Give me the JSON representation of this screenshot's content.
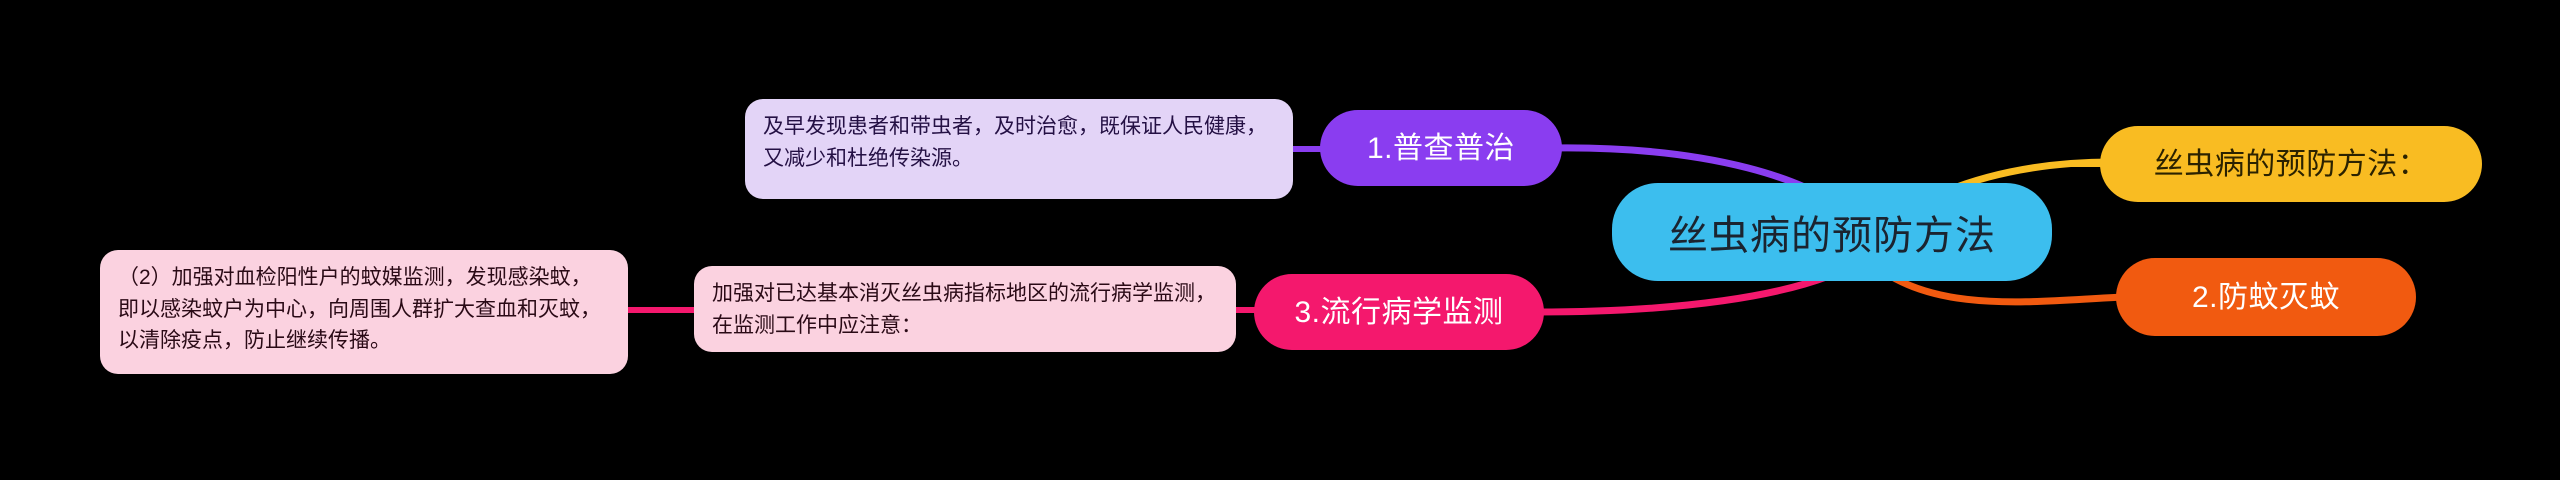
{
  "mindmap": {
    "central": {
      "label": "丝虫病的预防方法",
      "color": "#3cbeee"
    },
    "branches": [
      {
        "id": "census",
        "label": "1.普查普治",
        "color": "#8a3df0",
        "note": "及早发现患者和带虫者，及时治愈，既保证人民健康，又减少和杜绝传染源。"
      },
      {
        "id": "methods",
        "label": "丝虫病的预防方法：",
        "color": "#f9bc22"
      },
      {
        "id": "mosquito",
        "label": "2.防蚊灭蚊",
        "color": "#f15a10"
      },
      {
        "id": "epidemiology",
        "label": "3.流行病学监测",
        "color": "#f4186d",
        "note": "加强对已达基本消灭丝虫病指标地区的流行病学监测，在监测工作中应注意：",
        "detail": "（2）加强对血检阳性户的蚊媒监测，发现感染蚊，即以感染蚊户为中心，向周围人群扩大查血和灭蚊，以清除疫点，防止继续传播。"
      }
    ],
    "connectors": [
      {
        "name": "connector-census-to-central",
        "color": "#8a3df0"
      },
      {
        "name": "connector-central-to-methods",
        "color": "#f9bc22"
      },
      {
        "name": "connector-central-to-mosquito",
        "color": "#f15a10"
      },
      {
        "name": "connector-epi-to-central",
        "color": "#f4186d"
      },
      {
        "name": "connector-note-to-census",
        "color": "#8a3df0"
      },
      {
        "name": "connector-note-to-epi",
        "color": "#f4186d"
      },
      {
        "name": "connector-detail-to-note",
        "color": "#f4186d"
      },
      {
        "name": "connector-methods-stub",
        "color": "#f9bc22"
      }
    ],
    "background_color": "#000000"
  }
}
